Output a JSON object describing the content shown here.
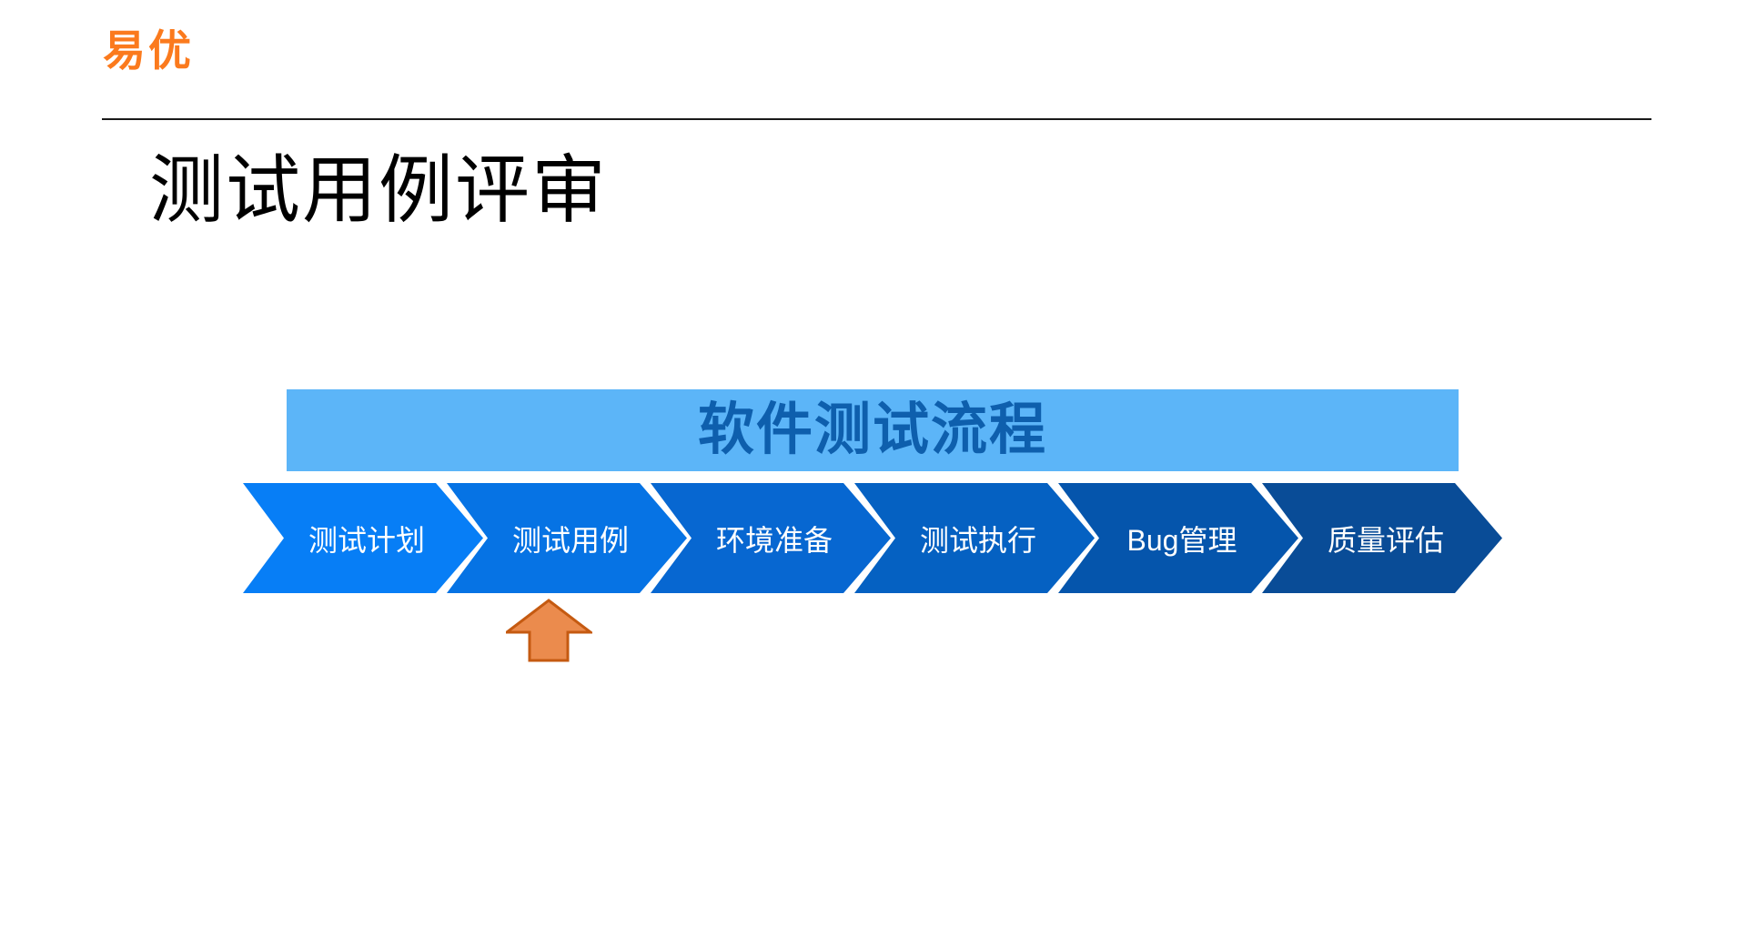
{
  "brand": {
    "logo_text": "易优",
    "logo_color": "#FB7A1D"
  },
  "slide": {
    "title": "测试用例评审"
  },
  "flow": {
    "header": {
      "label": "软件测试流程",
      "bg_color": "#5CB5F8",
      "text_color": "#0E5FAD"
    },
    "steps": [
      {
        "label": "测试计划",
        "color": "#077EF6"
      },
      {
        "label": "测试用例",
        "color": "#0673E4"
      },
      {
        "label": "环境准备",
        "color": "#0767D1"
      },
      {
        "label": "测试执行",
        "color": "#0561C2"
      },
      {
        "label": "Bug管理",
        "color": "#0555AC"
      },
      {
        "label": "质量评估",
        "color": "#094C97"
      }
    ],
    "indicator": {
      "points_to_step": "测试用例",
      "fill_color": "#EB8B4D",
      "border_color": "#C55A11"
    }
  }
}
